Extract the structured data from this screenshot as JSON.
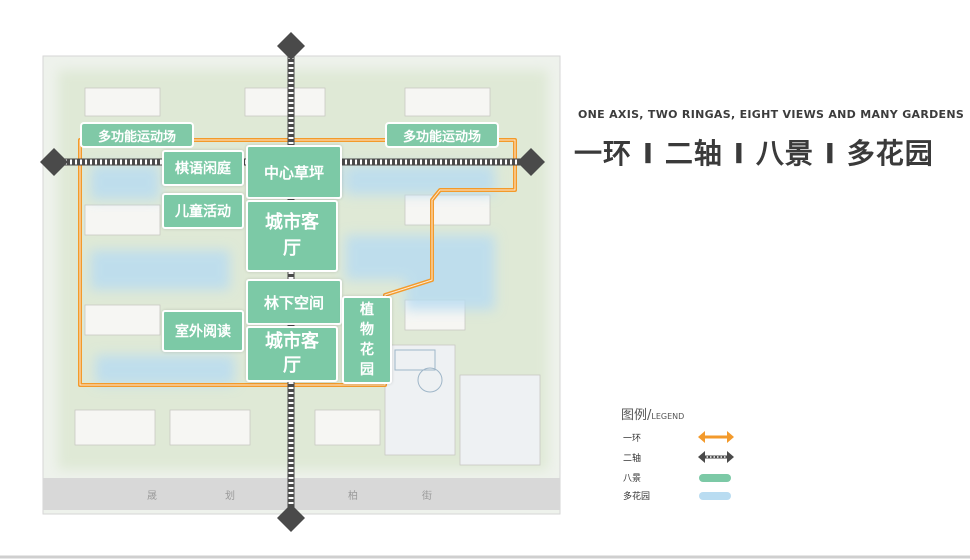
{
  "subtitle": "ONE AXIS, TWO RINGAS, EIGHT VIEWS AND MANY GARDENS",
  "title": "一环 I 二轴 I 八景 I 多花园",
  "areas": {
    "multi_court_left": "多功能运动场",
    "multi_court_right": "多功能运动场",
    "chess_garden": "棋语闲庭",
    "children_activity": "儿童活动",
    "central_lawn": "中心草坪",
    "city_lounge_1": "城市客厅",
    "city_lounge_2": "城市客厅",
    "forest_space": "林下空间",
    "outdoor_reading": "室外阅读",
    "botanical_garden": "植物花园"
  },
  "street": [
    "晟",
    "划",
    "柏",
    "街"
  ],
  "legend": {
    "title": "图例/",
    "title_small": "LEGEND",
    "items": [
      {
        "label": "一环",
        "symbol": "orange-double-arrow"
      },
      {
        "label": "二轴",
        "symbol": "dark-double-arrow"
      },
      {
        "label": "八景",
        "symbol": "green-bar"
      },
      {
        "label": "多花园",
        "symbol": "blue-bar"
      }
    ]
  },
  "colors": {
    "ring": "#f39a2b",
    "axis": "#4a4a4a",
    "views": "#7cc9a6",
    "gardens": "#b9dcf1"
  }
}
